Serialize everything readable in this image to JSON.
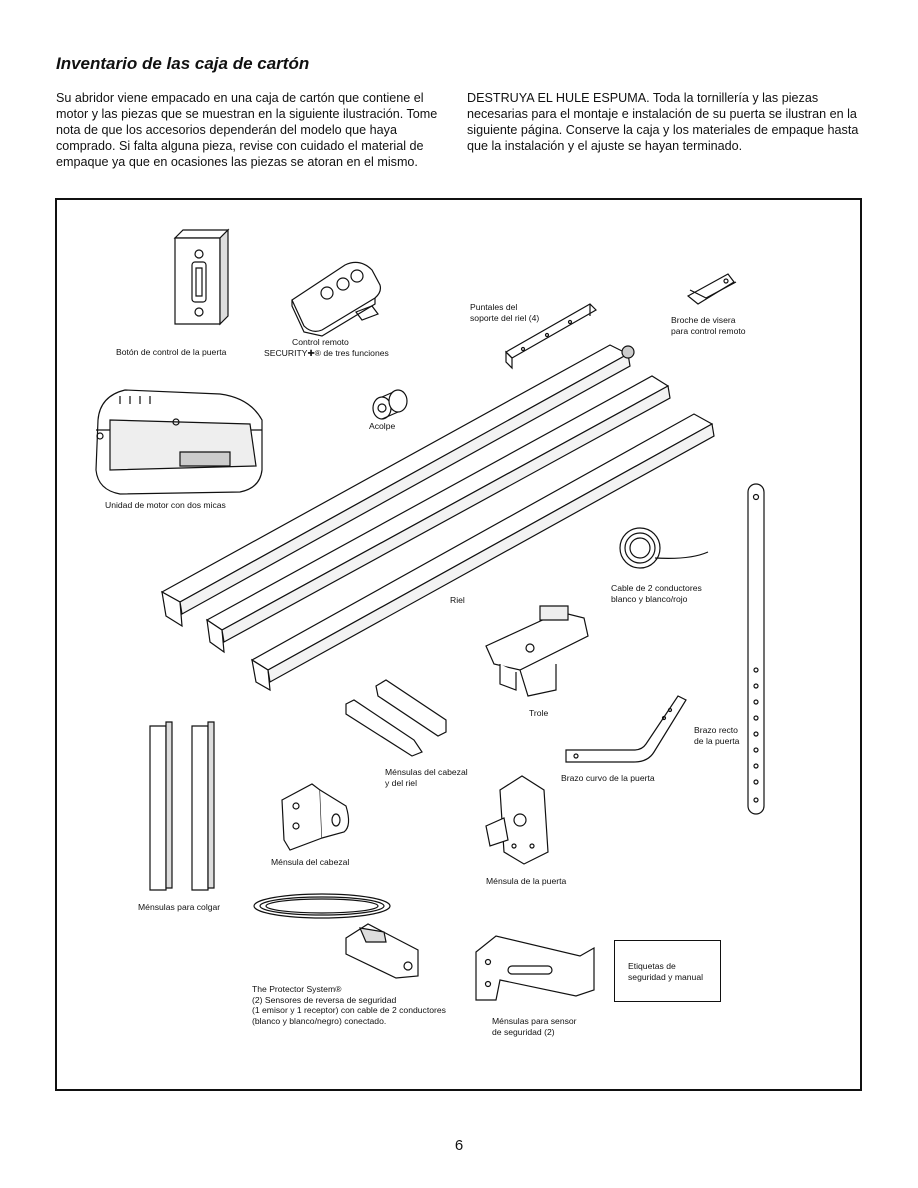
{
  "heading": "Inventario de las caja de cartón",
  "intro_left": "Su abridor viene empacado en una caja de cartón que contiene el motor y las piezas que se muestran en la siguiente ilustración. Tome nota de que los accesorios dependerán del modelo que haya comprado. Si falta alguna pieza, revise con cuidado el material de empaque ya que en ocasiones las piezas se atoran en el mismo.",
  "intro_right": "DESTRUYA EL HULE ESPUMA. Toda la tornillería y las piezas necesarias para el montaje e instalación de su puerta se ilustran en la siguiente página. Conserve la caja y los materiales de empaque hasta que la instalación y el ajuste se hayan terminado.",
  "parts": {
    "door_button": "Botón de control de la puerta",
    "remote_line1": "Control remoto",
    "remote_line2": "SECURITY✚® de tres funciones",
    "rail_braces": "Puntales del\nsoporte del riel (4)",
    "visor_clip": "Broche de visera\npara control remoto",
    "coupler": "Acolpe",
    "motor_unit": "Unidad de motor con dos micas",
    "wire": "Cable de 2 conductores\nblanco y blanco/rojo",
    "rail": "Riel",
    "trolley": "Trole",
    "straight_arm": "Brazo recto\nde la puerta",
    "curved_arm": "Brazo curvo de la puerta",
    "header_rail_brackets": "Ménsulas del cabezal\ny del riel",
    "header_bracket": "Ménsula del cabezal",
    "door_bracket": "Ménsula de la puerta",
    "hanging_brackets": "Ménsulas para colgar",
    "protector_system": "The Protector System®\n(2) Sensores de reversa de seguridad\n(1 emisor y 1 receptor) con cable de 2 conductores\n(blanco y blanco/negro) conectado.",
    "sensor_brackets": "Ménsulas para sensor\nde seguridad (2)",
    "labels_manual": "Etiquetas de\nseguridad y manual"
  },
  "page_number": "6"
}
